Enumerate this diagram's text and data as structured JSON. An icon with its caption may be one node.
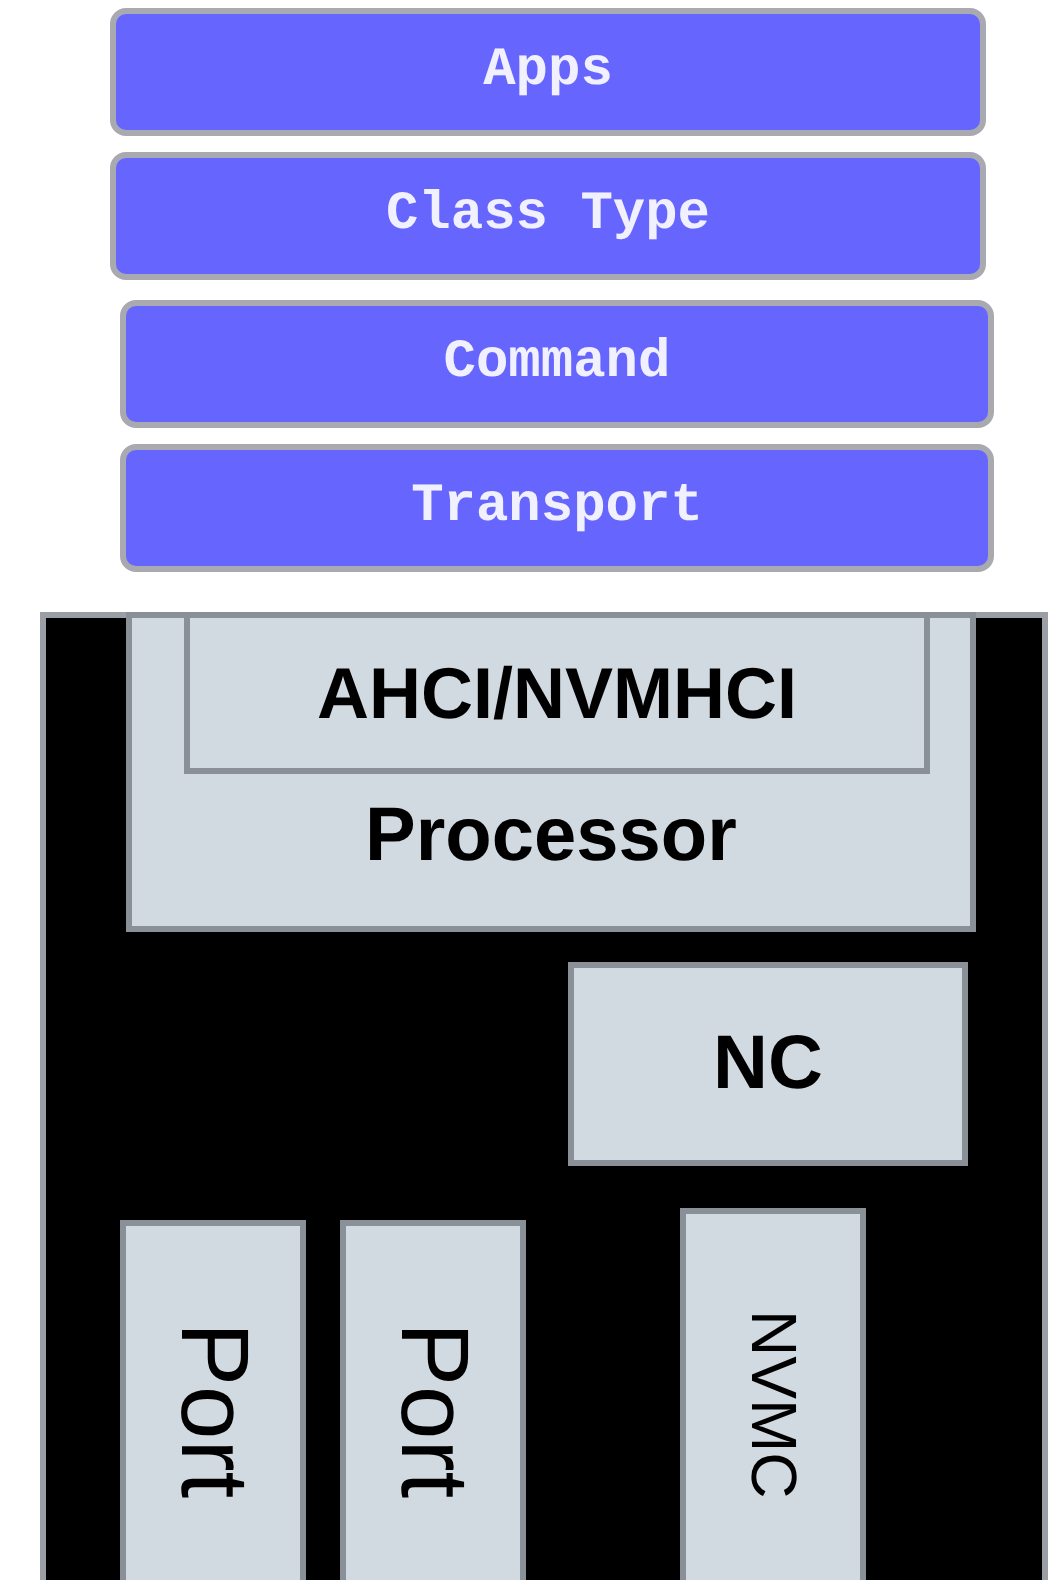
{
  "diagram": {
    "nodes": [
      {
        "text": [
          "Apps"
        ]
      },
      {
        "text": [
          "Class Type"
        ]
      },
      {
        "text": [
          "Command"
        ]
      },
      {
        "text": [
          "Transport"
        ]
      },
      {
        "text": [],
        "shape": "box"
      },
      {
        "text": [
          "Processor"
        ],
        "in": 4
      },
      {
        "text": [
          "AHCI/NVMHCI"
        ],
        "in": 5
      },
      {
        "text": [
          "NC"
        ],
        "in": 4
      },
      {
        "text": [
          "Port"
        ],
        "in": 4
      },
      {
        "text": [
          "Port"
        ],
        "in": 4
      },
      {
        "text": [
          "NVMC"
        ],
        "in": 4
      }
    ]
  }
}
